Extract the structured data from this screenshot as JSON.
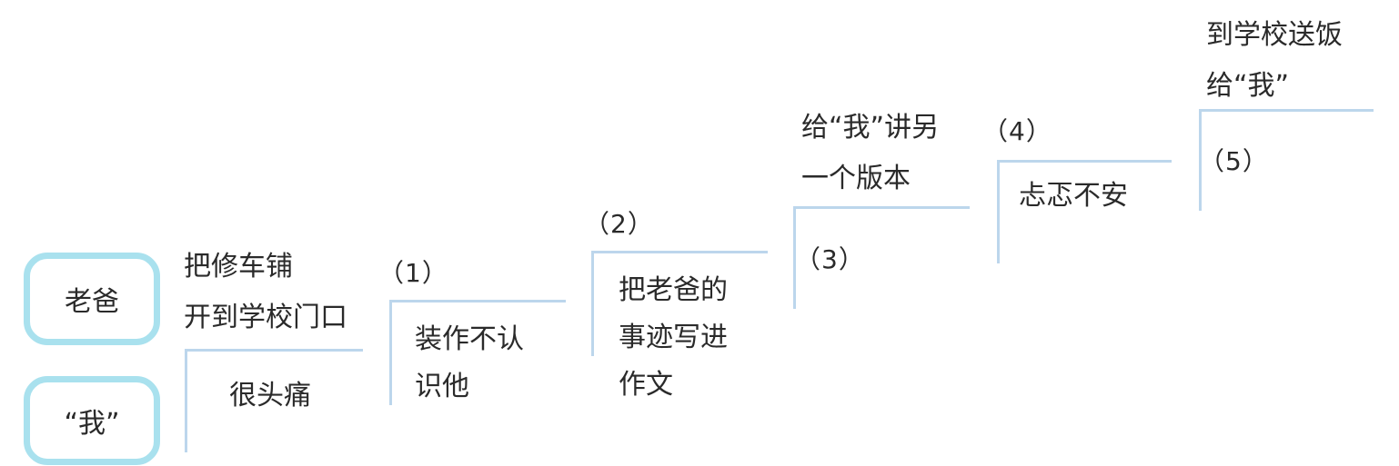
{
  "roles": {
    "dad": "老爸",
    "me": "“我”"
  },
  "steps": [
    {
      "upper": [
        "把修车铺",
        "开到学校门口"
      ],
      "lower": [
        "很头痛"
      ]
    },
    {
      "upper_blank": "（1）",
      "lower": [
        "装作不认",
        "识他"
      ]
    },
    {
      "upper_blank": "（2）",
      "lower": [
        "把老爸的",
        "事迹写进",
        "作文"
      ]
    },
    {
      "upper": [
        "给“我”讲另",
        "一个版本"
      ],
      "lower_blank": "（3）"
    },
    {
      "upper_blank": "（4）",
      "lower": [
        "忐忑不安"
      ]
    },
    {
      "upper": [
        "到学校送饭",
        "给“我”"
      ],
      "lower_blank": "（5）"
    }
  ]
}
